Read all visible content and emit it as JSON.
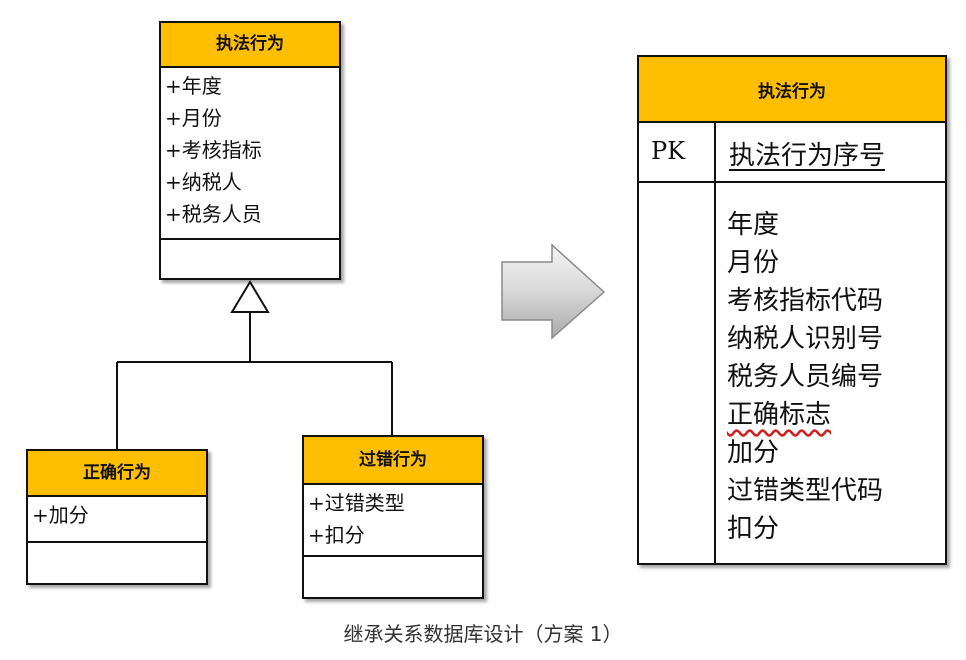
{
  "parent_class": {
    "name": "执法行为",
    "attributes": [
      "+年度",
      "+月份",
      "+考核指标",
      "+纳税人",
      "+税务人员"
    ]
  },
  "child_correct": {
    "name": "正确行为",
    "attributes": [
      "+加分"
    ]
  },
  "child_error": {
    "name": "过错行为",
    "attributes": [
      "+过错类型",
      "+扣分"
    ]
  },
  "result_table": {
    "name": "执法行为",
    "pk_label": "PK",
    "pk_field": "执法行为序号",
    "fields": [
      "年度",
      "月份",
      "考核指标代码",
      "纳税人识别号",
      "税务人员编号",
      "正确标志",
      "加分",
      "过错类型代码",
      "扣分"
    ]
  },
  "caption": "继承关系数据库设计（方案 1）",
  "colors": {
    "header": "#ffbf00",
    "arrow": "#c8c8c8",
    "squiggle": "#d02020"
  }
}
